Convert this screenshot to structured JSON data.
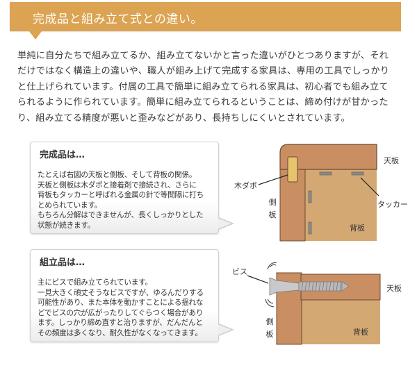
{
  "header": {
    "title": "完成品と組み立て式との違い。",
    "color": "#DBA352"
  },
  "intro": {
    "lines": [
      "単純に自分たちで組み立てるか、組み立てないかと言った違いがひとつありますが、それ",
      "だけではなく構造上の違いや、職人が組み上げて完成する家具は、専用の工具でしっかり",
      "と仕上げられています。付属の工具で簡単に組み立てられる家具は、初心者でも組み立て",
      "られるように作られています。簡単に組み立てられるということは、締め付けが甘かった",
      "り、組み立てる精度が悪いと歪みなどがあり、長持ちしにくいとされています。"
    ]
  },
  "finished": {
    "title": "完成品は…",
    "lines": [
      "たとえば右図の天板と側板、そして背板の関係。",
      "天板と側板は木ダボと接着剤で接続され、さらに",
      "背板もタッカーと呼ばれる金属の針で等間隔に打ち",
      "とめられています。",
      "もちろん分解はできませんが、長くしっかりとした",
      "状態が続きます。"
    ],
    "diagram": {
      "top_board": "天板",
      "side_board": [
        "側",
        "板"
      ],
      "back_board": "背板",
      "dowel": "木ダボ",
      "tacker": "タッカー"
    }
  },
  "assembled": {
    "title": "組立品は…",
    "lines": [
      "主にビスで組み立てられています。",
      "一見大きく頑丈そうなビスですが、ゆるんだりする",
      "可能性があり、また本体を動かすことによる揺れな",
      "どでビスの穴が広がったりしてぐらつく場合があり",
      "ます。しっかり締め直すと治りますが、だんだんと",
      "その頻度は多くなり、耐久性がなくなってきます。"
    ],
    "diagram": {
      "top_board": "天板",
      "side_board": [
        "側",
        "板"
      ],
      "back_board": "背板",
      "screw": "ビス"
    }
  },
  "colors": {
    "board_dark": "#C98E62",
    "board_light": "#D4A873",
    "dowel": "#E8C36E",
    "outline": "#6B4A32",
    "tacker": "#8A8A8E"
  }
}
